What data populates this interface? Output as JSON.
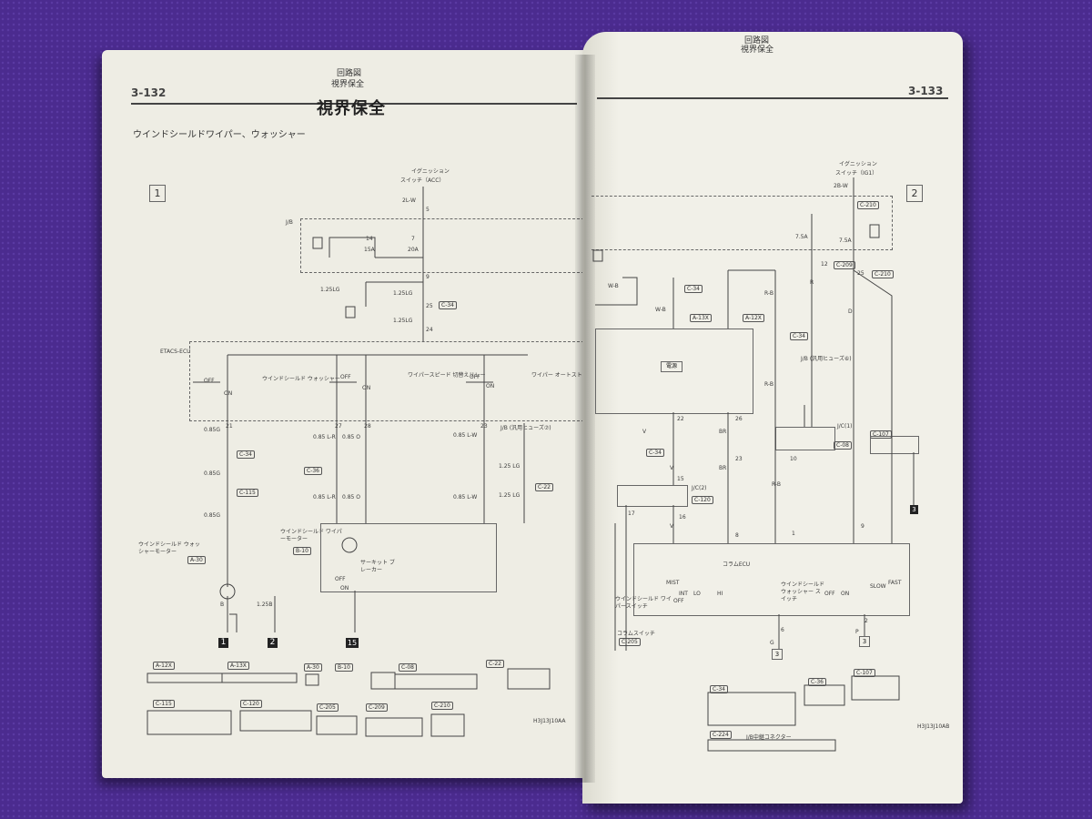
{
  "left_page": {
    "page_number": "3-132",
    "header_line1": "回路図",
    "header_line2": "視界保全",
    "title": "視界保全",
    "subtitle": "ウインドシールドワイパー、ウォッシャー",
    "diagram_marker": "1",
    "ignition_label1": "イグニッション",
    "ignition_label2": "スイッチ（ACC）",
    "jb_label": "J/B",
    "fuse1_num": "14",
    "fuse1_rating": "15A",
    "fuse2_num": "7",
    "fuse2_rating": "20A",
    "etacs_label": "ETACS-ECU",
    "wire_2lw": "2L-W",
    "wire_125lg": "1.25LG",
    "pin5": "5",
    "pin9": "9",
    "pin25": "25",
    "pin24": "24",
    "c34": "C-34",
    "relay1": "ウインドシールド ウォッシャー",
    "relay2": "ワイパースピード 切替えリレー",
    "relay3": "ワイパー オートストップリレー",
    "off": "OFF",
    "on": "ON",
    "pins_row": [
      "21",
      "27",
      "28",
      "23"
    ],
    "wire_085g": "0.85G",
    "wire_085lr": "0.85 L-R",
    "wire_085o": "0.85 O",
    "wire_085lw": "0.85 L-W",
    "wire_125lg2": "1.25 LG",
    "jb_fuse": "J/B (汎用ヒューズ⑦)",
    "c36": "C-36",
    "c115": "C-115",
    "c22": "C-22",
    "b10": "B-10",
    "a30": "A-30",
    "washer_motor": "ウインドシールド ウォッシャーモーター",
    "wiper_motor": "ウインドシールド ワイパーモーター",
    "circuit_breaker": "サーキット ブレーカー",
    "wire_8": "B",
    "wire_125b": "1.25B",
    "grounds": [
      "1",
      "2",
      "15"
    ],
    "connectors": [
      "A-12X",
      "A-13X",
      "A-30",
      "B-10",
      "C-08",
      "C-22",
      "C-115",
      "C-120",
      "C-205",
      "C-209",
      "C-210"
    ],
    "footer_code": "H3J13J10AA"
  },
  "right_page": {
    "page_number": "3-133",
    "header_line1": "回路図",
    "header_line2": "視界保全",
    "diagram_marker": "2",
    "ignition_label1": "イグニッション",
    "ignition_label2": "スイッチ（IG1）",
    "wire_2bw": "2B-W",
    "c210": "C-210",
    "c209": "C-209",
    "fuse_75a": "7.5A",
    "pin12": "12",
    "pin25": "25",
    "wire_wb": "W-B",
    "wire_rb": "R-B",
    "wire_r": "R",
    "wire_d": "D",
    "a13x": "A-13X",
    "a12x": "A-12X",
    "c34": "C-34",
    "power_label": "電源",
    "jb_fuse": "J/B (汎用ヒューズ⑥)",
    "jc1": "J/C(1)",
    "c08": "C-08",
    "c107": "C-107",
    "jc2": "J/C(2)",
    "c120": "C-120",
    "wire_v": "V",
    "wire_br": "BR",
    "pins": [
      "22",
      "26",
      "23",
      "15",
      "16",
      "17",
      "10",
      "8",
      "1",
      "9",
      "6",
      "2"
    ],
    "column_ecu": "コラムECU",
    "mist": "MIST",
    "int": "INT",
    "lo": "LO",
    "hi": "HI",
    "off": "OFF",
    "on": "ON",
    "slow": "SLOW",
    "fast": "FAST",
    "wiper_switch": "ウインドシールド ワイパースイッチ",
    "washer_switch": "ウインドシールド ウォッシャー スイッチ",
    "column_switch": "コラムスイッチ",
    "c205": "C-205",
    "wire_g": "G",
    "wire_p": "P",
    "grounds": [
      "3",
      "3",
      "3"
    ],
    "connectors": [
      "C-34",
      "C-36",
      "C-107",
      "C-224"
    ],
    "jb_connector": "J/B中継コネクター",
    "footer_code": "H3J13J10AB"
  }
}
